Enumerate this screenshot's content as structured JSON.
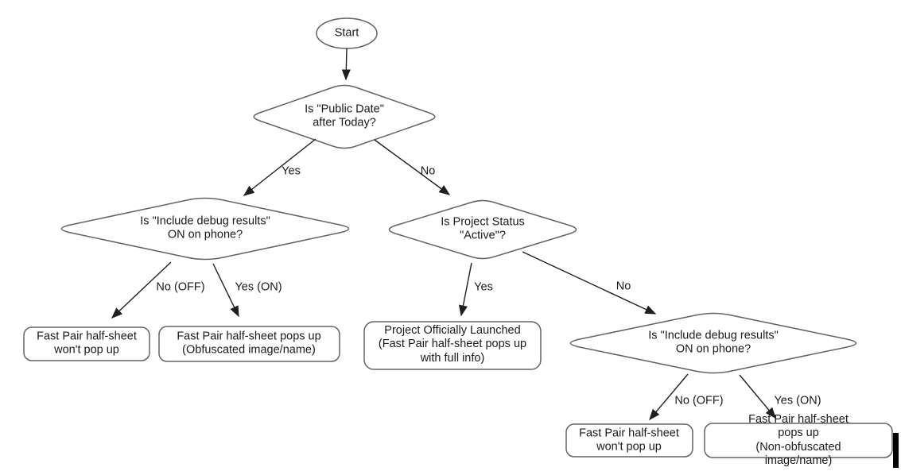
{
  "diagram": {
    "nodes": {
      "start": {
        "label": "Start"
      },
      "public_date": {
        "label": "Is \"Public Date\"\nafter Today?"
      },
      "debug_left": {
        "label": "Is \"Include debug results\"\nON on phone?"
      },
      "project_status": {
        "label": "Is Project Status\n\"Active\"?"
      },
      "debug_right": {
        "label": "Is \"Include debug results\"\nON on phone?"
      },
      "no_popup_left": {
        "label": "Fast Pair half-sheet\nwon't pop up"
      },
      "obfuscated": {
        "label": "Fast Pair half-sheet pops up\n(Obfuscated image/name)"
      },
      "launched": {
        "label": "Project Officially Launched\n(Fast Pair half-sheet pops up\nwith full info)"
      },
      "no_popup_right": {
        "label": "Fast Pair half-sheet\nwon't pop up"
      },
      "non_obfuscated": {
        "label": "Fast Pair half-sheet pops up\n(Non-obfuscated image/name)"
      }
    },
    "edges": {
      "public_date_yes": "Yes",
      "public_date_no": "No",
      "debug_left_no": "No (OFF)",
      "debug_left_yes": "Yes (ON)",
      "status_yes": "Yes",
      "status_no": "No",
      "debug_right_no": "No (OFF)",
      "debug_right_yes": "Yes (ON)"
    },
    "colors": {
      "background": "#ffffff",
      "shape_stroke": "#636363",
      "arrow": "#1f1f1f",
      "text": "#1a1a1a",
      "cursor_bar": "#000000"
    }
  }
}
